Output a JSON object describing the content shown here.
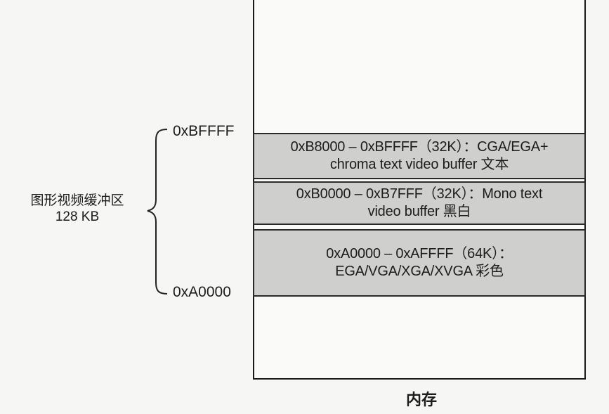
{
  "address_top": "0xBFFFF",
  "address_bottom": "0xA0000",
  "buffer_label": {
    "line1": "图形视频缓冲区",
    "line2": "128 KB"
  },
  "regions": [
    {
      "line1": "0xB8000 – 0xBFFFF（32K）：CGA/EGA+",
      "line2": "chroma text video buffer 文本"
    },
    {
      "line1": "0xB0000 – 0xB7FFF（32K）：Mono text",
      "line2": "video buffer 黑白"
    },
    {
      "line1": "0xA0000 – 0xAFFFF（64K）：",
      "line2": "EGA/VGA/XGA/XVGA 彩色"
    }
  ],
  "caption": "内存"
}
